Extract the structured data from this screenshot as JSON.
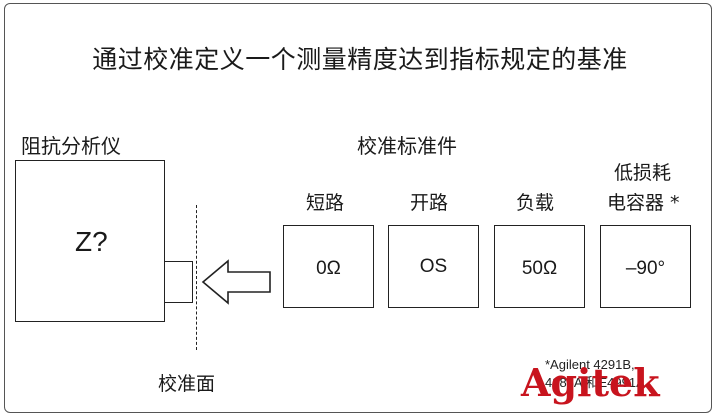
{
  "title": "通过校准定义一个测量精度达到指标规定的基准",
  "analyzer": {
    "label": "阻抗分析仪",
    "display": "Z?"
  },
  "calibration_kit": {
    "label": "校准标准件"
  },
  "calibration_plane": {
    "label": "校准面"
  },
  "standards": [
    {
      "name": "短路",
      "value": "0Ω"
    },
    {
      "name": "开路",
      "value": "OS"
    },
    {
      "name": "负载",
      "value": "50Ω"
    },
    {
      "name_line1": "低损耗",
      "name_line2": "电容器 *",
      "value": "–90°"
    }
  ],
  "footnote": {
    "line1": "*Agilent 4291B,",
    "line2": "4286A 和E4991A"
  },
  "logo": {
    "text": "Agitek",
    "color": "#c8141e"
  }
}
